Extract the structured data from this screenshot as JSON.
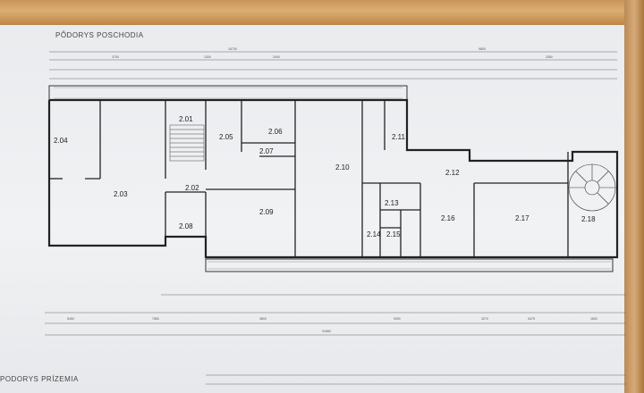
{
  "sheet": {
    "title_upper": "PÔDORYS POSCHODIA",
    "title_lower": "PODORYS PRÍZEMIA"
  },
  "rooms": [
    {
      "id": "2.01"
    },
    {
      "id": "2.02"
    },
    {
      "id": "2.03"
    },
    {
      "id": "2.04"
    },
    {
      "id": "2.05"
    },
    {
      "id": "2.06"
    },
    {
      "id": "2.07"
    },
    {
      "id": "2.08"
    },
    {
      "id": "2.09"
    },
    {
      "id": "2.10"
    },
    {
      "id": "2.11"
    },
    {
      "id": "2.12"
    },
    {
      "id": "2.13"
    },
    {
      "id": "2.14"
    },
    {
      "id": "2.15"
    },
    {
      "id": "2.16"
    },
    {
      "id": "2.17"
    },
    {
      "id": "2.18"
    }
  ],
  "dimensions": {
    "top_row": [
      "16730",
      "3700",
      "1300",
      "2000",
      "9800",
      "3350"
    ],
    "bottom_row": [
      "5450",
      "7580",
      "3800",
      "9000",
      "3270",
      "3475",
      "1600",
      "31560"
    ]
  }
}
